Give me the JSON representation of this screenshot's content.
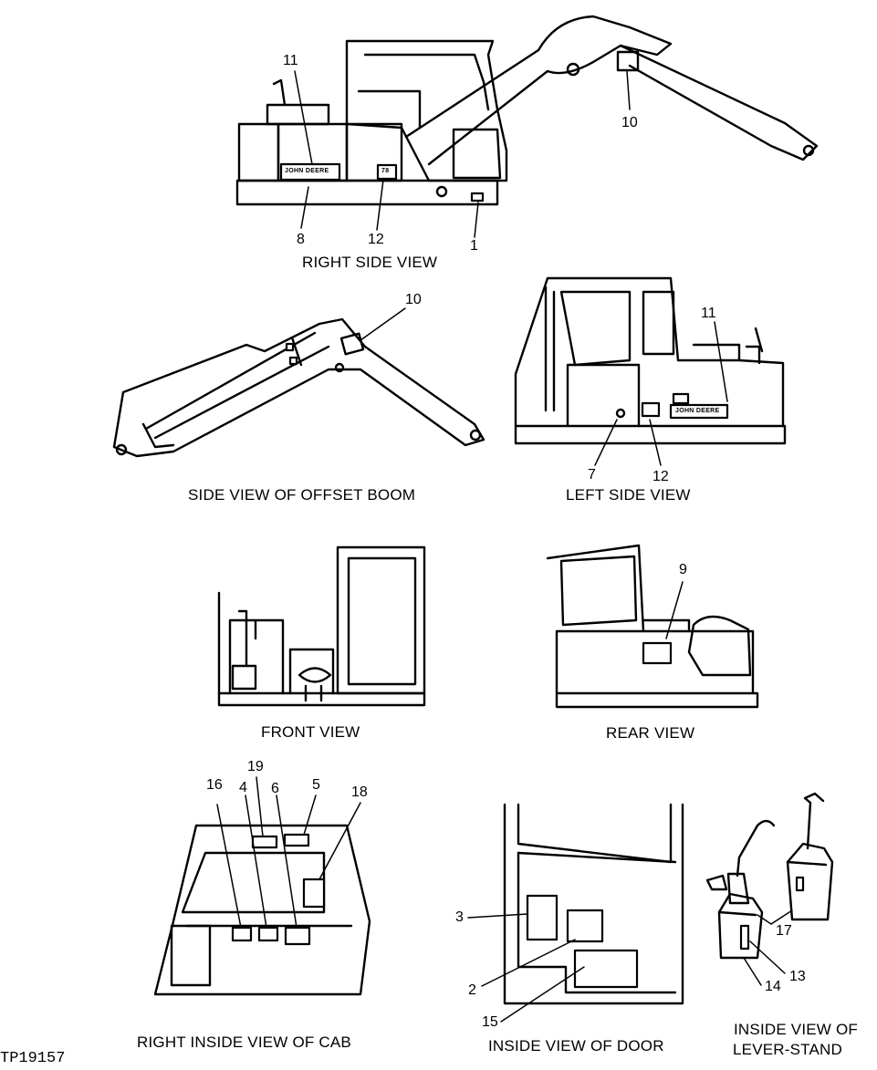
{
  "captions": {
    "right_side_view": "RIGHT SIDE VIEW",
    "side_view_offset_boom": "SIDE VIEW OF OFFSET BOOM",
    "left_side_view": "LEFT SIDE VIEW",
    "front_view": "FRONT VIEW",
    "rear_view": "REAR VIEW",
    "right_inside_view_of_cab": "RIGHT INSIDE VIEW OF CAB",
    "inside_view_of_door": "INSIDE VIEW OF DOOR",
    "inside_view_lever_stand_line1": "INSIDE VIEW OF",
    "inside_view_lever_stand_line2": "LEVER-STAND"
  },
  "callouts": {
    "right_side": [
      "11",
      "8",
      "12",
      "1",
      "10"
    ],
    "offset_boom": [
      "10"
    ],
    "left_side": [
      "11",
      "7",
      "12"
    ],
    "rear": [
      "9"
    ],
    "cab": [
      "16",
      "19",
      "4",
      "6",
      "5",
      "18"
    ],
    "door": [
      "3",
      "2",
      "15"
    ],
    "lever_stand": [
      "17",
      "13",
      "14"
    ]
  },
  "decal_text": {
    "brand_right": "JOHN DEERE",
    "brand_left": "JOHN DEERE",
    "small_label": "78"
  },
  "reference_id": "TP19157"
}
